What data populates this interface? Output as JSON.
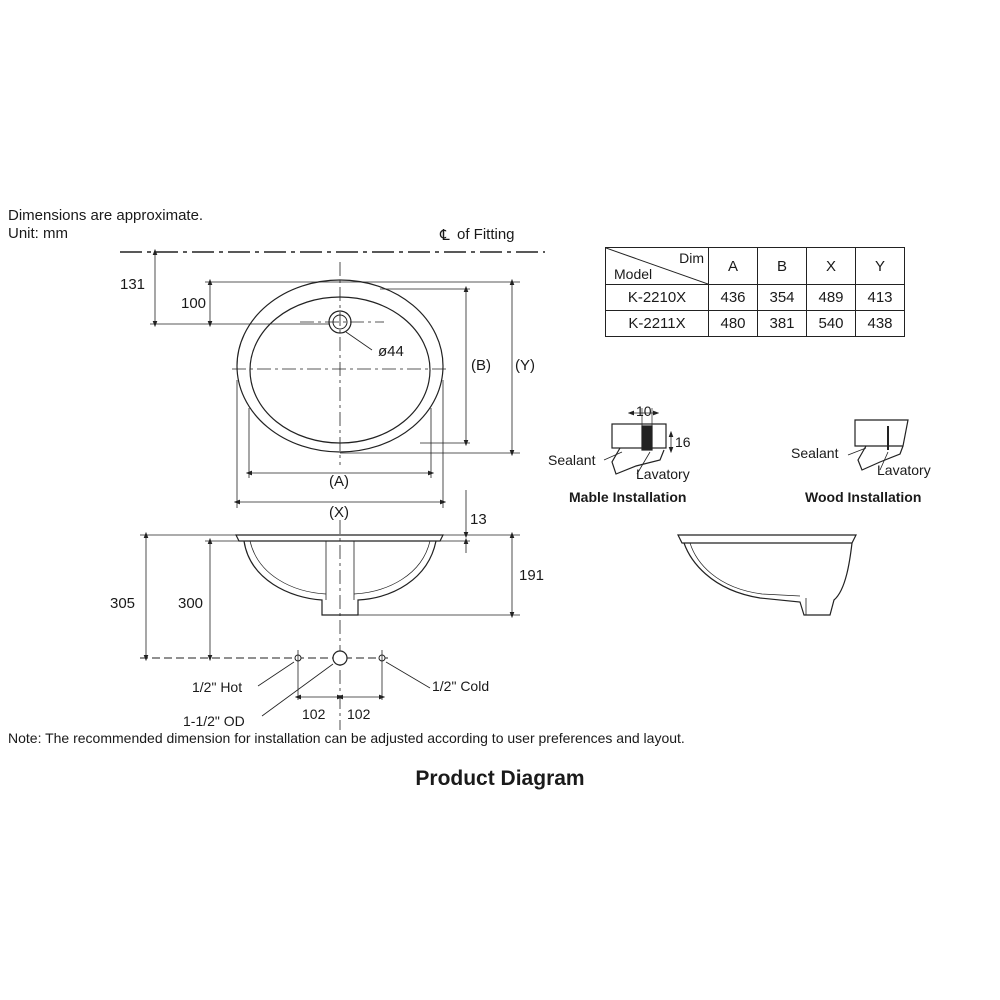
{
  "notes": {
    "approx": "Dimensions are approximate.",
    "unit": "Unit: mm",
    "install_note": "Note: The recommended dimension for installation can be adjusted according to user preferences and layout."
  },
  "title": "Product Diagram",
  "top_view": {
    "centerline_label": "of Fitting",
    "dim_131": "131",
    "dim_100": "100",
    "drain_dia": "ø44",
    "label_B": "(B)",
    "label_Y": "(Y)",
    "label_A": "(A)",
    "label_X": "(X)"
  },
  "side_view": {
    "dim_13": "13",
    "dim_191": "191",
    "dim_305": "305",
    "dim_300": "300",
    "hot": "1/2\" Hot",
    "cold": "1/2\" Cold",
    "od": "1-1/2\" OD",
    "spacing_left": "102",
    "spacing_right": "102"
  },
  "table": {
    "header_model": "Model",
    "header_dim": "Dim",
    "columns": [
      "A",
      "B",
      "X",
      "Y"
    ],
    "rows": [
      {
        "model": "K-2210X",
        "values": [
          "436",
          "354",
          "489",
          "413"
        ]
      },
      {
        "model": "K-2211X",
        "values": [
          "480",
          "381",
          "540",
          "438"
        ]
      }
    ]
  },
  "marble": {
    "dim_10": "10",
    "dim_16": "16",
    "sealant": "Sealant",
    "lavatory": "Lavatory",
    "caption": "Mable Installation"
  },
  "wood": {
    "sealant": "Sealant",
    "lavatory": "Lavatory",
    "caption": "Wood Installation"
  }
}
